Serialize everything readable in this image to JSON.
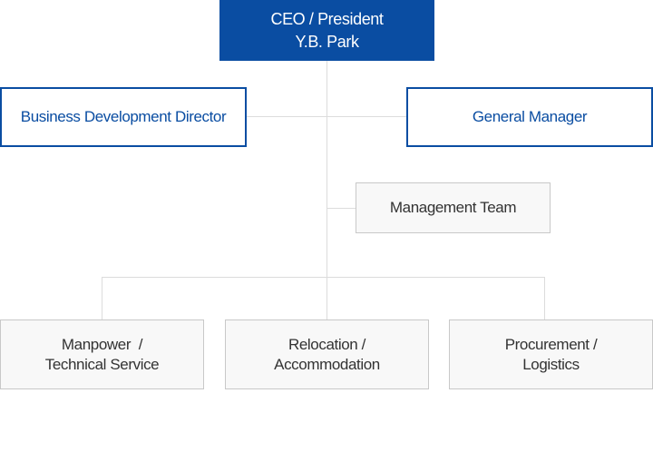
{
  "ceo": {
    "title": "CEO / President",
    "name": "Y.B. Park"
  },
  "directors": {
    "business_development": "Business Development Director",
    "general_manager": "General Manager"
  },
  "management_team": "Management Team",
  "departments": [
    {
      "line1": "Manpower  /",
      "line2": "Technical Service"
    },
    {
      "line1": "Relocation /",
      "line2": "Accommodation"
    },
    {
      "line1": "Procurement /",
      "line2": "Logistics"
    }
  ],
  "colors": {
    "primary": "#0a4da2",
    "connector": "#dcdcdc",
    "box_fill": "#f8f8f8",
    "box_border": "#c8c8c8"
  }
}
